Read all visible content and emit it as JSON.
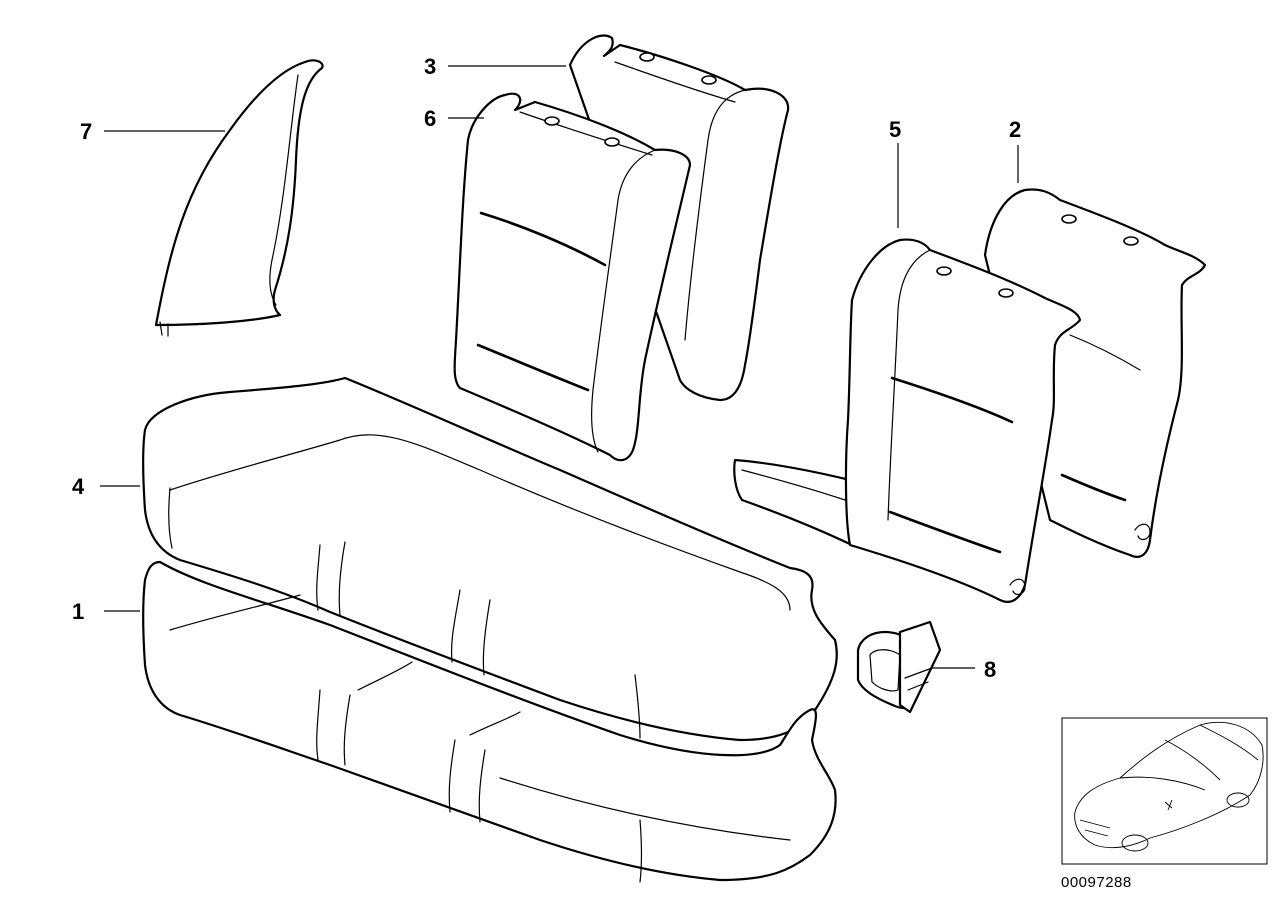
{
  "diagram": {
    "callouts": [
      {
        "id": "1",
        "label": "1"
      },
      {
        "id": "2",
        "label": "2"
      },
      {
        "id": "3",
        "label": "3"
      },
      {
        "id": "4",
        "label": "4"
      },
      {
        "id": "5",
        "label": "5"
      },
      {
        "id": "6",
        "label": "6"
      },
      {
        "id": "7",
        "label": "7"
      },
      {
        "id": "8",
        "label": "8"
      }
    ],
    "reference_number": "00097288",
    "thumbnail_icon": "car-outline-icon"
  }
}
